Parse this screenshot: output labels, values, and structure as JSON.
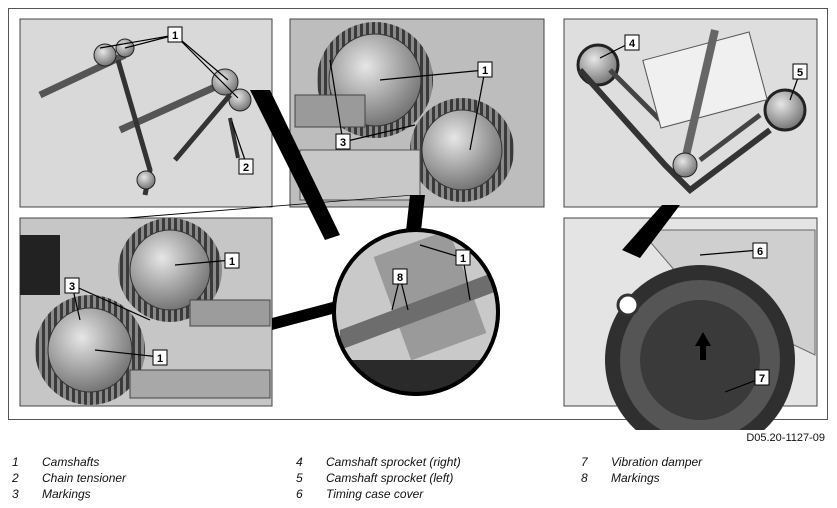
{
  "figure_id": "D05.20-1127-09",
  "callouts": [
    "1",
    "2",
    "3",
    "4",
    "5",
    "6",
    "7",
    "8"
  ],
  "legend": [
    {
      "num": "1",
      "label": "Camshafts"
    },
    {
      "num": "2",
      "label": "Chain tensioner"
    },
    {
      "num": "3",
      "label": "Markings"
    },
    {
      "num": "4",
      "label": "Camshaft sprocket (right)"
    },
    {
      "num": "5",
      "label": "Camshaft sprocket (left)"
    },
    {
      "num": "6",
      "label": "Timing case cover"
    },
    {
      "num": "7",
      "label": "Vibration damper"
    },
    {
      "num": "8",
      "label": "Markings"
    }
  ]
}
